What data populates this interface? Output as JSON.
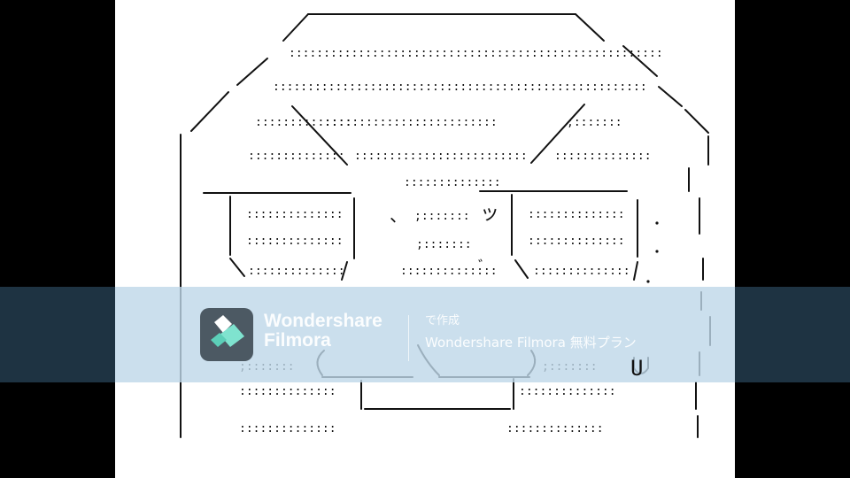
{
  "art": {
    "label_tsu": "ッ",
    "label_u": "U",
    "label_comma": "、",
    "label_dakuten": "゛",
    "dot_row": "::::::::::::::::::::::::::::::::::::::::::::::::::::::",
    "dot_mid": ":::::::::::::::::::::::::",
    "dot_short": "::::::::::::::",
    "dot_tiny": ";:::::::"
  },
  "watermark": {
    "brand_line1": "Wondershare",
    "brand_line2": "Filmora",
    "caption_line1": "で作成",
    "caption_line2": "Wondershare Filmora 無料プラン",
    "logo_icon": "filmora-logo-icon"
  },
  "colors": {
    "band": "#bed7e8",
    "band_dark": "#142837",
    "canvas": "#ffffff",
    "letterbox": "#000000"
  }
}
